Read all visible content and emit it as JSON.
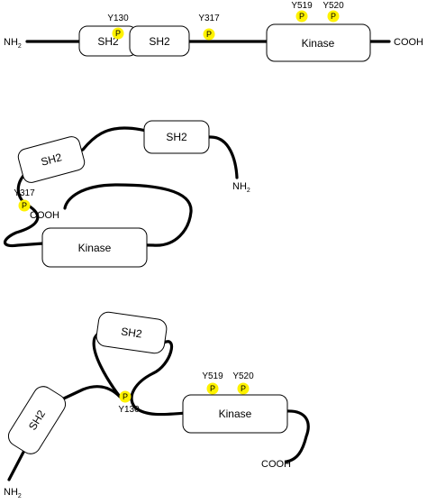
{
  "colors": {
    "phospho": "#FFF200",
    "line": "#000000",
    "domain_fill": "#FFFFFF"
  },
  "phospho_letter": "P",
  "panel_a": {
    "n_term_main": "NH",
    "n_term_sub": "2",
    "c_term": "COOH",
    "sh2_1": "SH2",
    "sh2_2": "SH2",
    "kinase": "Kinase",
    "site_y130": "Y130",
    "site_y317": "Y317",
    "site_y519": "Y519",
    "site_y520": "Y520"
  },
  "panel_b": {
    "sh2_1": "SH2",
    "sh2_2": "SH2",
    "kinase": "Kinase",
    "n_term_main": "NH",
    "n_term_sub": "2",
    "c_term": "COOH",
    "site_y317": "Y317"
  },
  "panel_c": {
    "sh2_1": "SH2",
    "sh2_2": "SH2",
    "kinase": "Kinase",
    "n_term_main": "NH",
    "n_term_sub": "2",
    "c_term": "COOH",
    "site_y130": "Y130",
    "site_y519": "Y519",
    "site_y520": "Y520"
  }
}
